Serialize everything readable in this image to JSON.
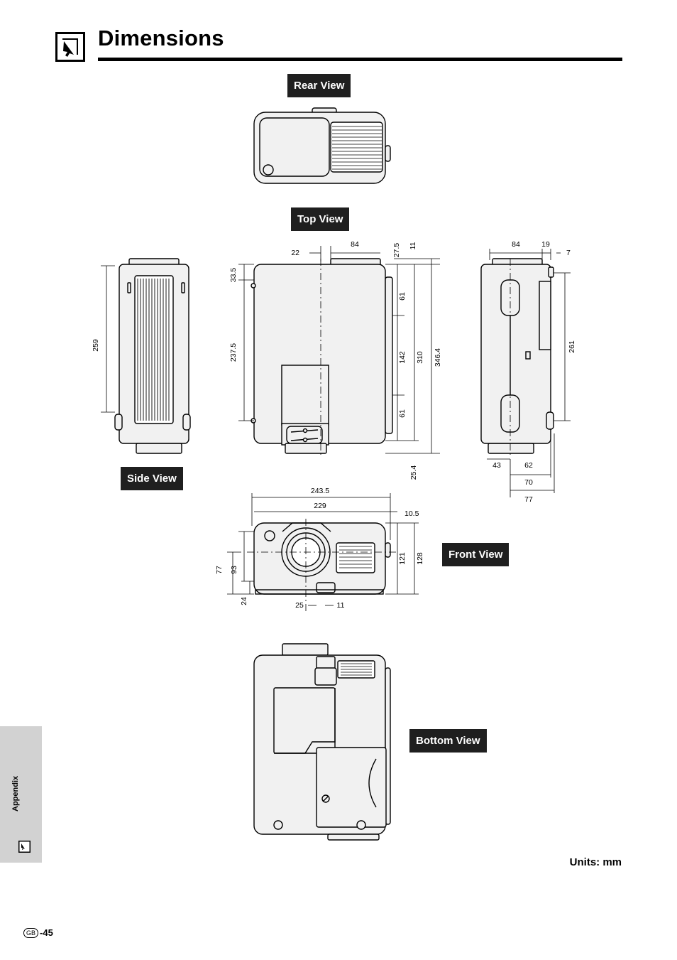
{
  "page": {
    "title": "Dimensions",
    "units": "Units: mm",
    "section_tab": "Appendix",
    "region_badge": "GB",
    "page_number": "-45"
  },
  "views": {
    "rear": "Rear View",
    "top": "Top View",
    "side": "Side View",
    "front": "Front View",
    "bottom": "Bottom View"
  },
  "dimensions": {
    "side": {
      "height": "259"
    },
    "top": {
      "offset_left": "22",
      "width_84": "84",
      "d_27_5": "27.5",
      "d_11": "11",
      "d_33_5": "33.5",
      "d_237_5": "237.5",
      "d_61a": "61",
      "d_142": "142",
      "d_61b": "61",
      "d_310": "310",
      "d_346_4": "346.4",
      "d_25_4": "25.4"
    },
    "right": {
      "d_84": "84",
      "d_19": "19",
      "d_7": "7",
      "d_261": "261",
      "d_43": "43",
      "d_62": "62",
      "d_70": "70",
      "d_77": "77"
    },
    "front": {
      "d_243_5": "243.5",
      "d_229": "229",
      "d_10_5": "10.5",
      "d_77": "77",
      "d_93": "93",
      "d_24": "24",
      "d_121": "121",
      "d_128": "128",
      "d_25": "25",
      "d_11": "11"
    }
  },
  "colors": {
    "accent": "#1f1f1f",
    "tab_gray": "#d2d2d2",
    "body_fill": "#f1f1f1"
  }
}
